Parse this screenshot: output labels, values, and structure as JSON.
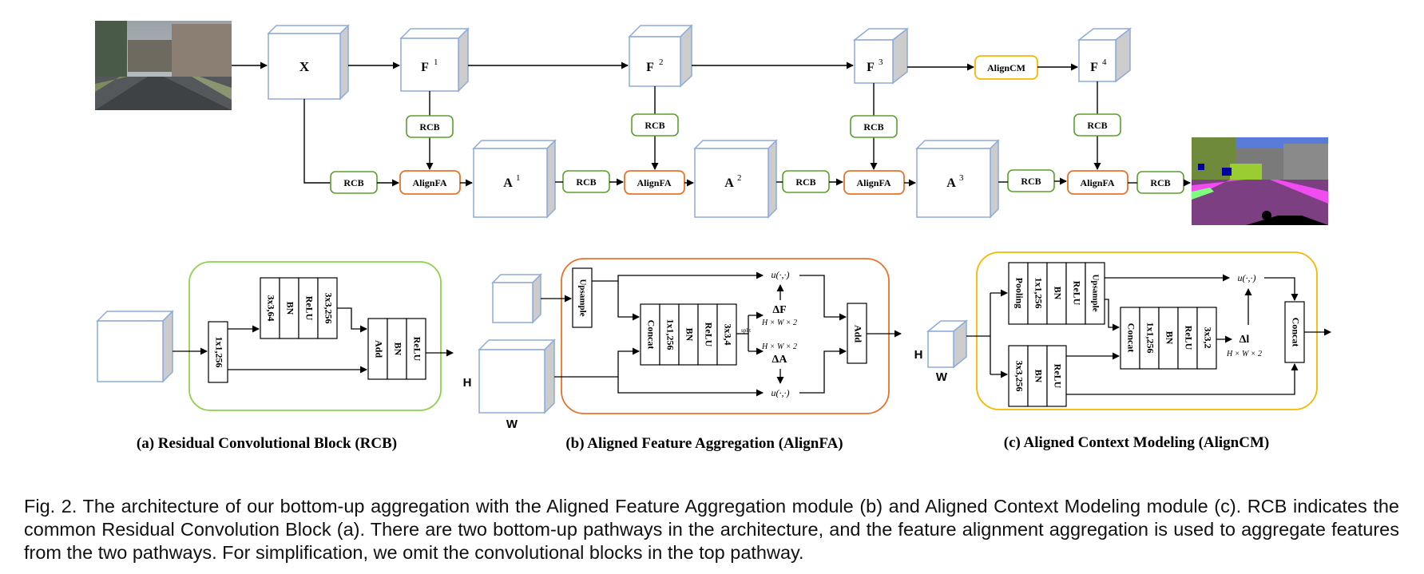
{
  "labels": {
    "X": "X",
    "F1": "F",
    "F2": "F",
    "F3": "F",
    "F4": "F",
    "sup1": "1",
    "sup2": "2",
    "sup3": "3",
    "sup4": "4",
    "A": "A",
    "rcb": "RCB",
    "alignfa": "AlignFA",
    "aligncm": "AlignCM",
    "h": "H",
    "w": "W"
  },
  "rcb_detail": {
    "conv1": "1x1,256",
    "conv3": "3x3,64",
    "bn": "BN",
    "relu": "ReLU",
    "conv3b": "3x3,256",
    "add": "Add",
    "title": "(a) Residual Convolutional Block (RCB)"
  },
  "alignfa_detail": {
    "upsample": "Upsample",
    "concat": "Concat",
    "conv1": "1x1,256",
    "bn": "BN",
    "relu": "ReLU",
    "conv3": "3x3,4",
    "split": "split",
    "u": "u(·,·)",
    "deltaF": "ΔF",
    "deltaA": "ΔA",
    "dim": "H × W × 2",
    "add": "Add",
    "title": "(b) Aligned Feature Aggregation (AlignFA)"
  },
  "aligncm_detail": {
    "pooling": "Pooling",
    "conv1": "1x1,256",
    "bn": "BN",
    "relu": "ReLU",
    "upsample": "Upsample",
    "conv3": "3x3,256",
    "concat": "Concat",
    "conv3b": "3x3,2",
    "u": "u(·,·)",
    "deltal": "Δl",
    "dim": "H × W × 2",
    "concat2": "Concat",
    "title": "(c) Aligned Context Modeling (AlignCM)"
  },
  "caption": "Fig. 2. The architecture of our bottom-up aggregation with the Aligned Feature Aggregation module (b) and Aligned Context Modeling module (c). RCB indicates the common Residual Convolution Block (a). There are two bottom-up pathways in the architecture, and the feature alignment aggregation is used to aggregate features from the two pathways. For simplification, we omit the convolutional blocks in the top pathway.",
  "colors": {
    "rcb_border": "#5aa02c",
    "alignfa_border": "#e8722a",
    "aligncm_border": "#f5b800",
    "cube_border": "#8eaadb",
    "cube_side": "#cccccc"
  }
}
